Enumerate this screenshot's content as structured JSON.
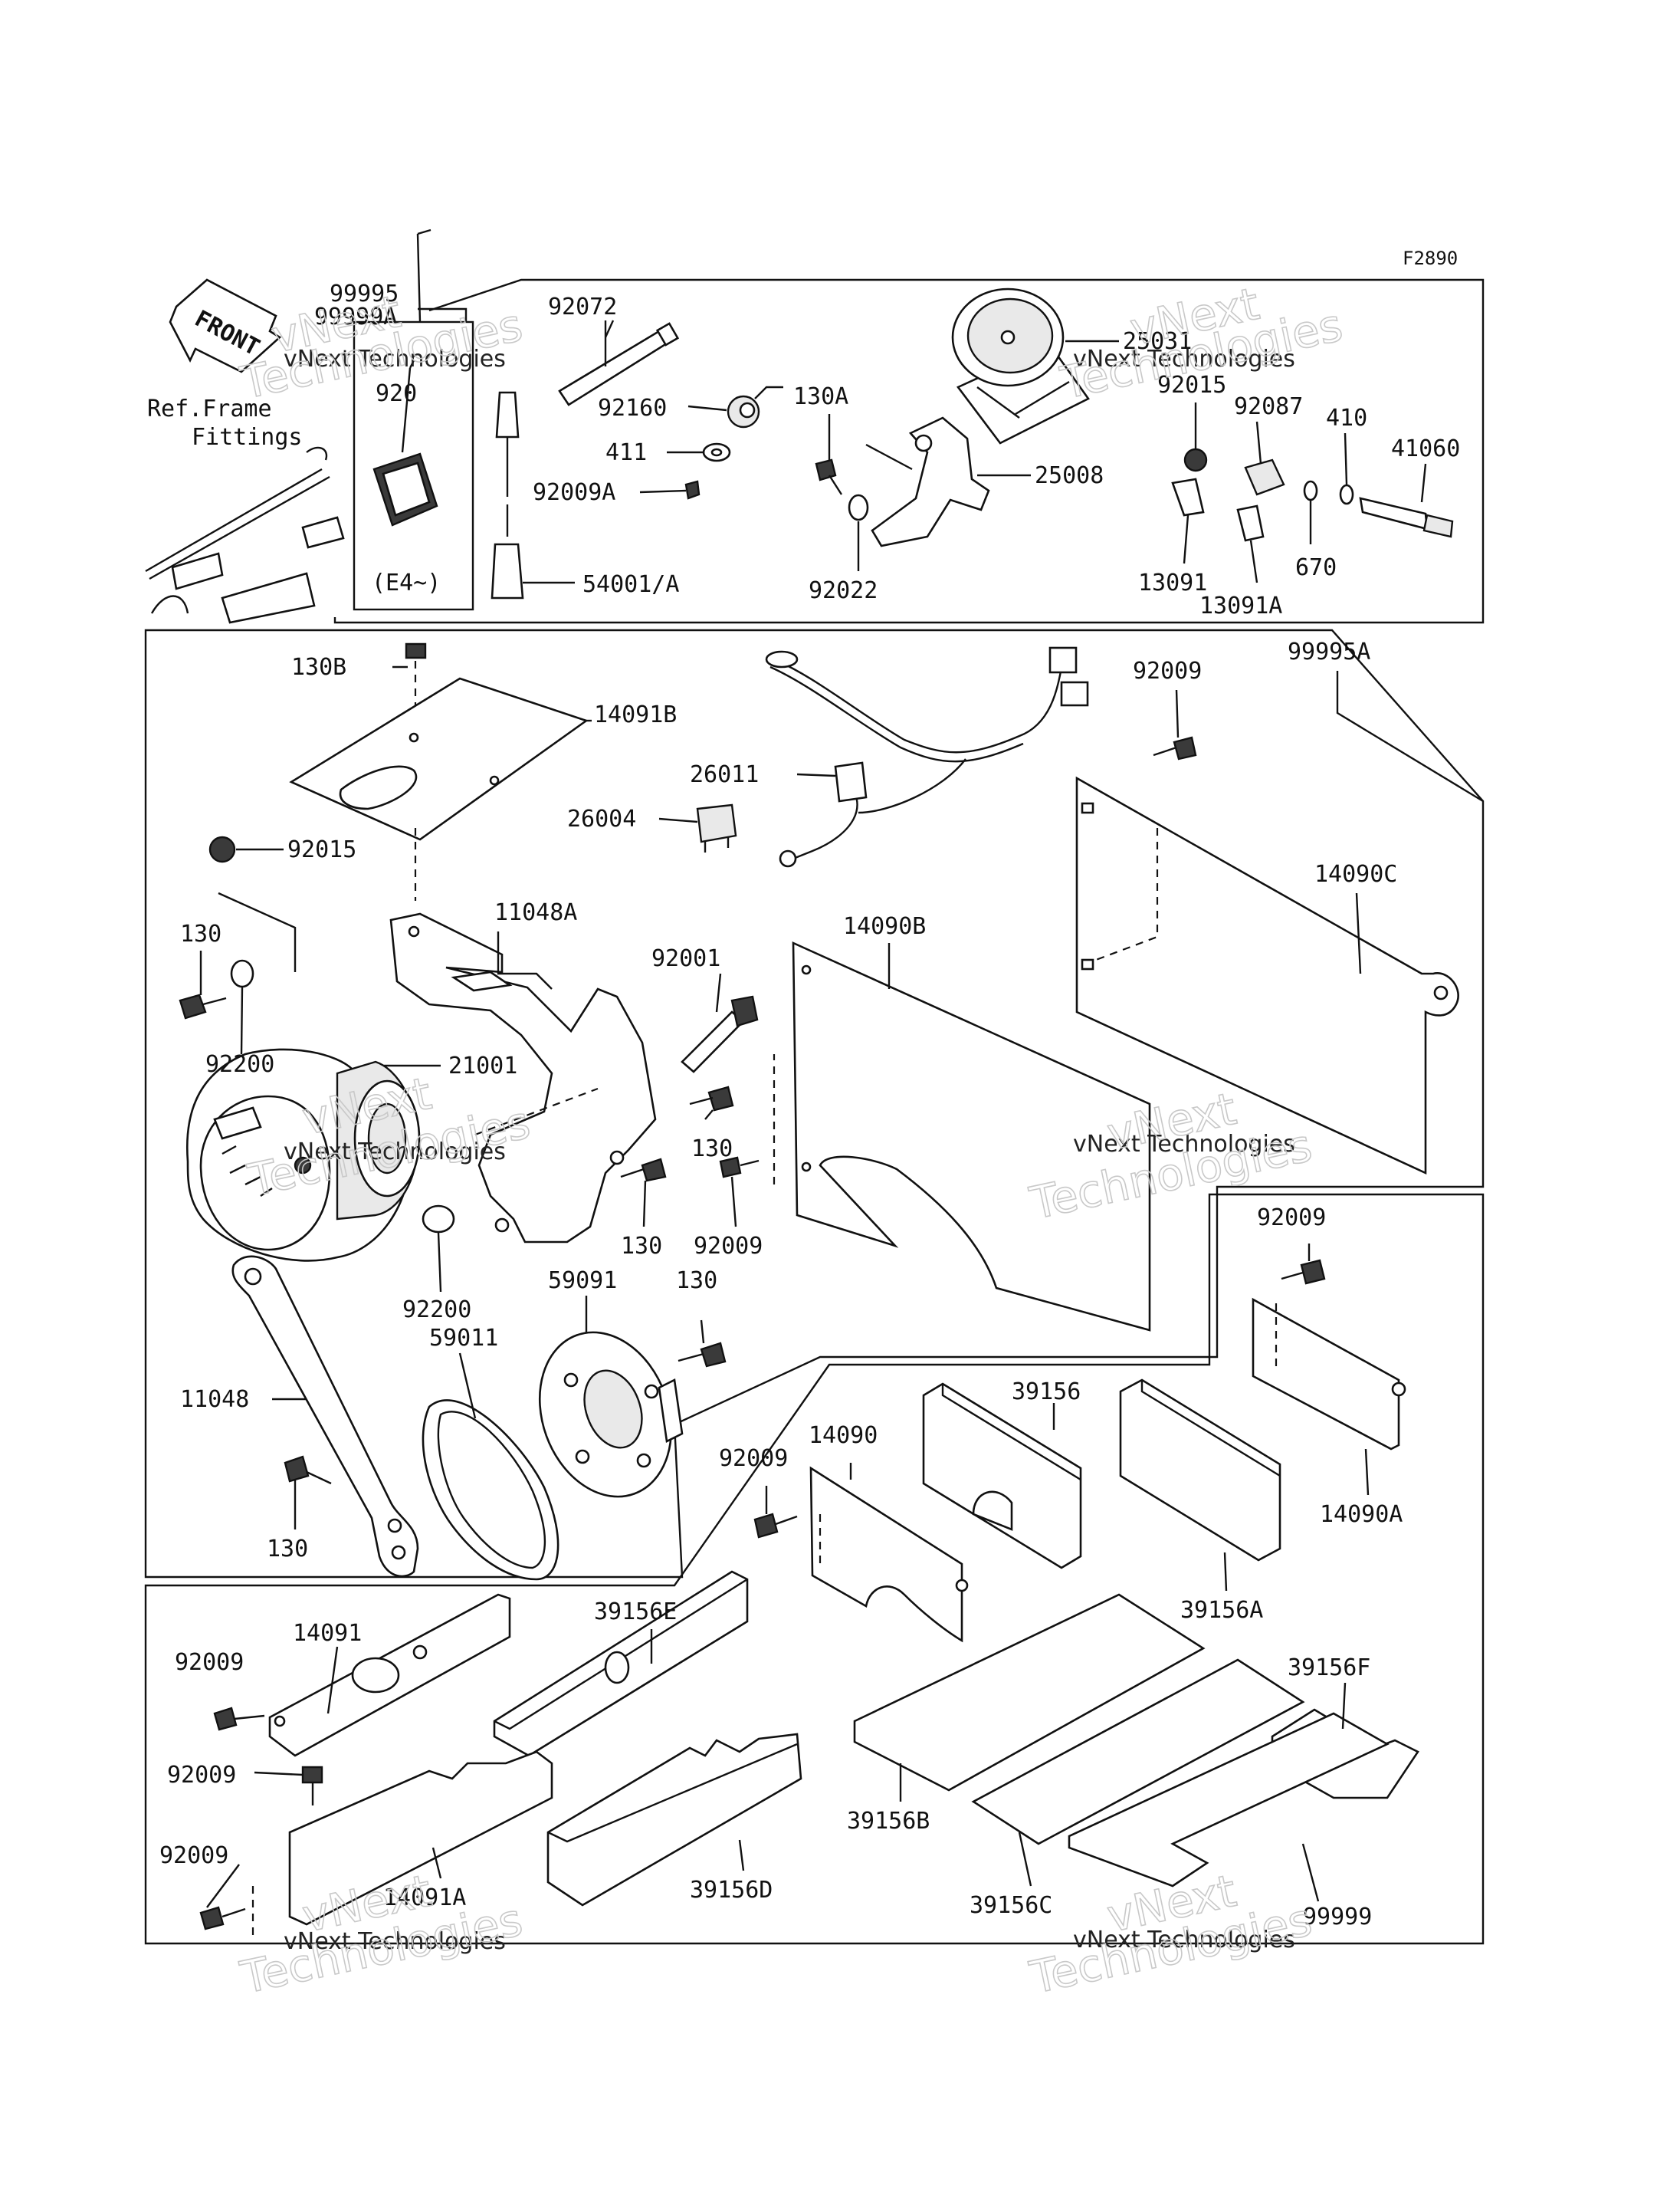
{
  "figure_id": "F2890",
  "front_label": "FRONT",
  "ref_line1": "Ref.Frame",
  "ref_line2": "Fittings",
  "e4_note": "(E4~)",
  "watermark_name": "vNext Technologies",
  "watermark_big": "Technologies",
  "watermark_next": "vNext",
  "parts": {
    "p99995": "99995",
    "p99999A": "99999A",
    "p920": "920",
    "p92072": "92072",
    "p92160": "92160",
    "p411": "411",
    "p92009A": "92009A",
    "p54001A": "54001/A",
    "p130A": "130A",
    "p25031": "25031",
    "p25008": "25008",
    "p92022": "92022",
    "p92015top": "92015",
    "p92087": "92087",
    "p410": "410",
    "p41060": "41060",
    "p670": "670",
    "p13091": "13091",
    "p13091A": "13091A",
    "p130B": "130B",
    "p14091B": "14091B",
    "p26011": "26011",
    "p26004": "26004",
    "p92009_a": "92009",
    "p99995A": "99995A",
    "p92015": "92015",
    "p130_a": "130",
    "p11048A": "11048A",
    "p92001": "92001",
    "p14090B": "14090B",
    "p14090C": "14090C",
    "p92200_a": "92200",
    "p21001": "21001",
    "p130_b": "130",
    "p130_c": "130",
    "p92009_b": "92009",
    "p92009_c": "92009",
    "p92200_b": "92200",
    "p59091": "59091",
    "p130_d": "130",
    "p59011": "59011",
    "p11048": "11048",
    "p130_e": "130",
    "p39156": "39156",
    "p92009_d": "92009",
    "p14090": "14090",
    "p14090A": "14090A",
    "p39156A": "39156A",
    "p39156E": "39156E",
    "p14091": "14091",
    "p92009_e": "92009",
    "p92009_f": "92009",
    "p92009_g": "92009",
    "p14091A": "14091A",
    "p39156D": "39156D",
    "p39156B": "39156B",
    "p39156C": "39156C",
    "p39156F": "39156F",
    "p99999": "99999"
  }
}
